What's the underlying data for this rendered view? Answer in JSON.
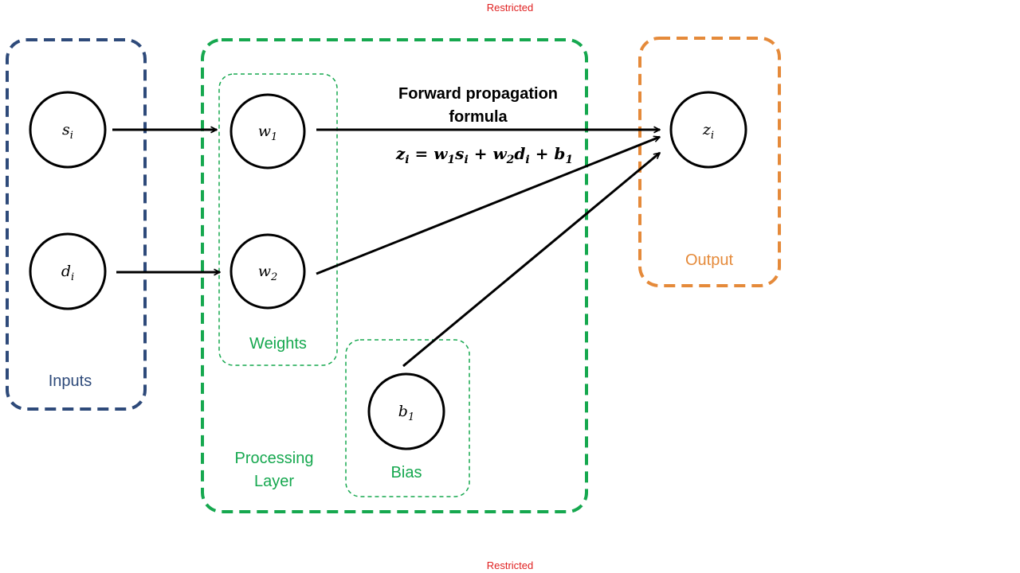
{
  "classification_top": "Restricted",
  "classification_bottom": "Restricted",
  "colors": {
    "inputs": "#2e4a7a",
    "processing": "#16a84f",
    "output": "#e58a3a",
    "arrow": "#000000"
  },
  "groups": {
    "inputs": "Inputs",
    "weights": "Weights",
    "bias": "Bias",
    "processing_line1": "Processing",
    "processing_line2": "Layer",
    "output": "Output"
  },
  "nodes": {
    "s": {
      "base": "s",
      "sub": "i"
    },
    "d": {
      "base": "d",
      "sub": "i"
    },
    "w1": {
      "base": "w",
      "sub": "1"
    },
    "w2": {
      "base": "w",
      "sub": "2"
    },
    "b1": {
      "base": "b",
      "sub": "1"
    },
    "z": {
      "base": "z",
      "sub": "i"
    }
  },
  "formula": {
    "title_line1": "Forward propagation",
    "title_line2": "formula",
    "z": "z",
    "z_sub": "i",
    "eq": " = ",
    "w1": "w",
    "w1_sub": "1",
    "s": "s",
    "s_sub": "i",
    "plus1": " + ",
    "w2": "w",
    "w2_sub": "2",
    "d": "d",
    "d_sub": "i",
    "plus2": " + ",
    "b": "b",
    "b_sub": "1"
  }
}
